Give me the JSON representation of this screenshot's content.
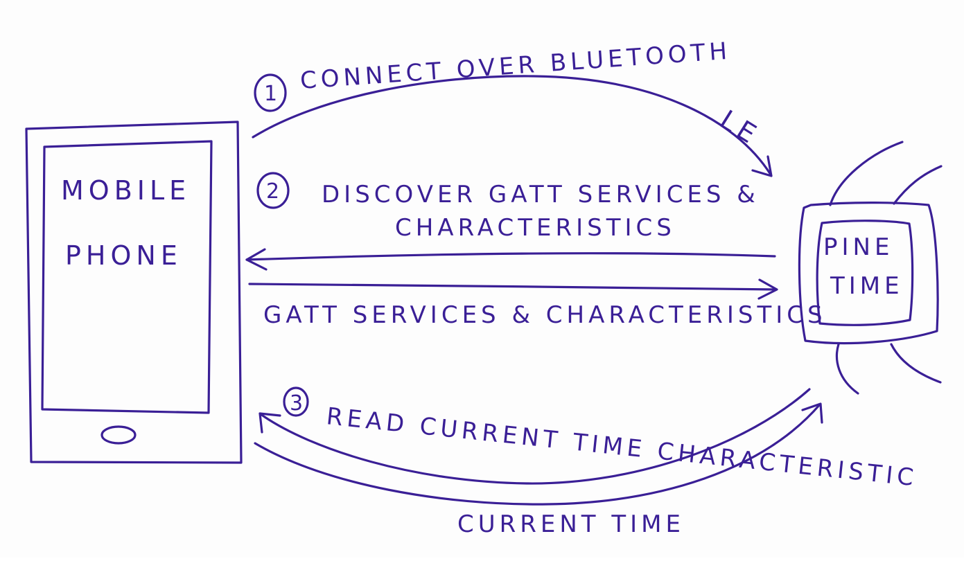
{
  "colors": {
    "ink": "#3a1f96",
    "paper": "#fdfdfd"
  },
  "phone": {
    "label_line1": "MOBILE",
    "label_line2": "PHONE"
  },
  "watch": {
    "label_line1": "PINE",
    "label_line2": "TIME"
  },
  "steps": [
    {
      "number": "1",
      "text": "CONNECT OVER BLUETOOTH",
      "text_extra": "LE"
    },
    {
      "number": "2",
      "text": "DISCOVER GATT SERVICES &",
      "text_line2": "CHARACTERISTICS"
    },
    {
      "reply_text": "GATT SERVICES & CHARACTERISTICS"
    },
    {
      "number": "3",
      "text": "READ CURRENT TIME CHARACTERISTIC"
    },
    {
      "reply_text": "CURRENT TIME"
    }
  ]
}
